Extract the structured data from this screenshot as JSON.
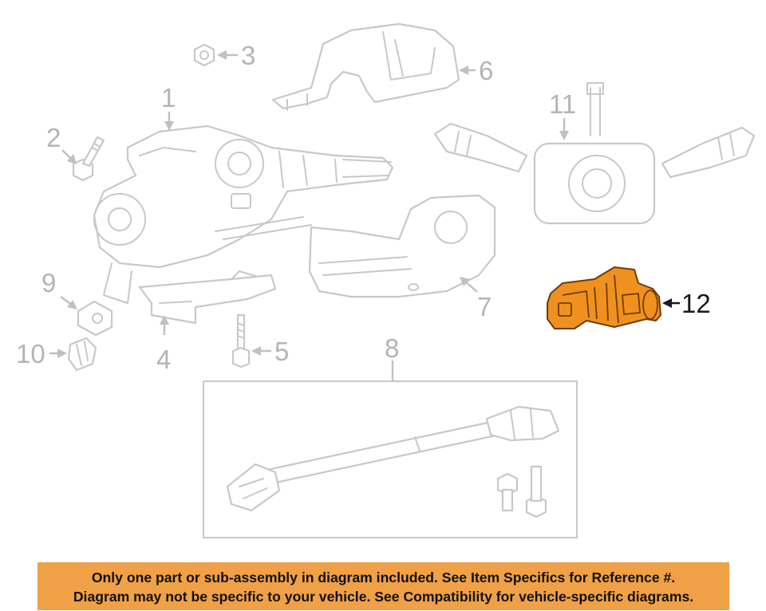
{
  "callouts": {
    "c1": "1",
    "c2": "2",
    "c3": "3",
    "c4": "4",
    "c5": "5",
    "c6": "6",
    "c7": "7",
    "c8": "8",
    "c9": "9",
    "c10": "10",
    "c11": "11",
    "c12": "12"
  },
  "highlighted_part": "12",
  "colors": {
    "highlight": "#f0901e",
    "banner": "#f0a046",
    "linework": "#c8c8c8"
  },
  "notice": {
    "line1": "Only one part or sub-assembly in diagram included. See Item Specifics for Reference #.",
    "line2": "Diagram may not be specific to your vehicle. See Compatibility for vehicle-specific diagrams."
  }
}
